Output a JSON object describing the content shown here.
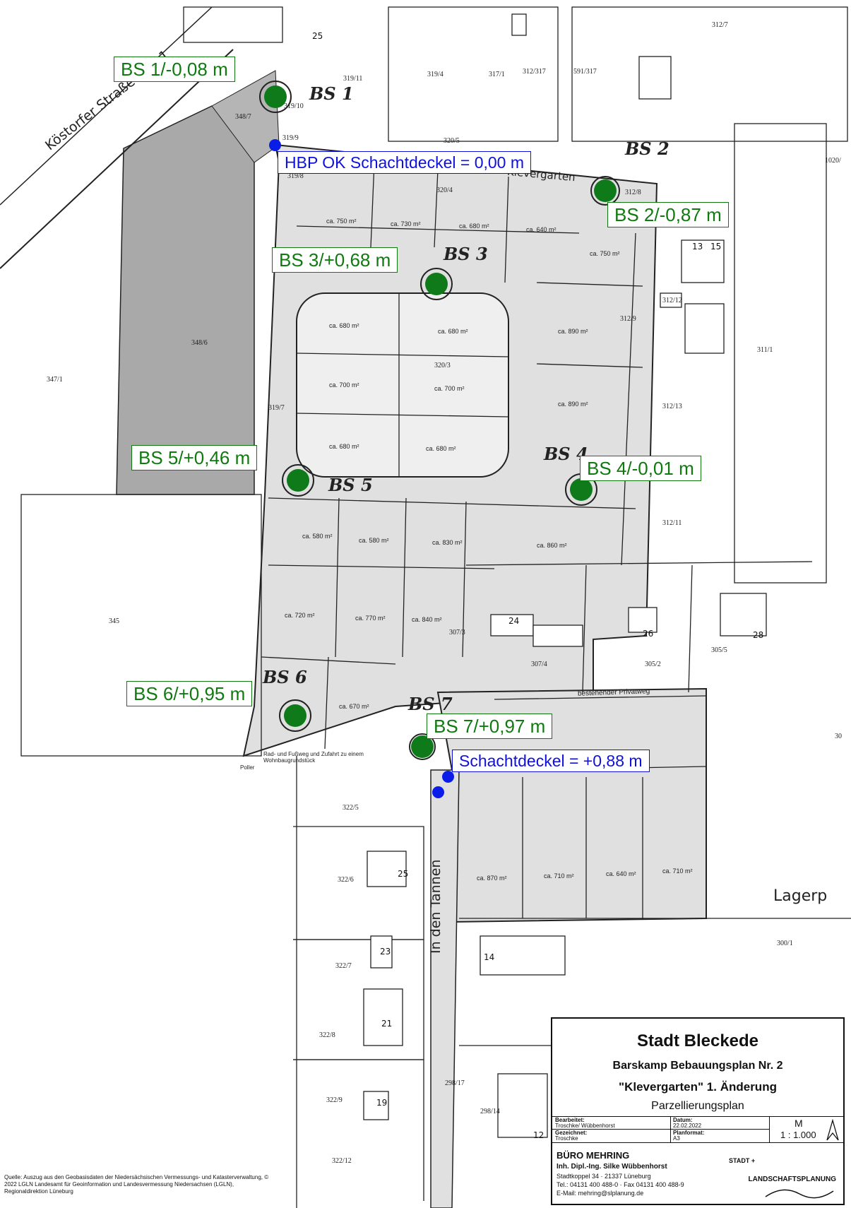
{
  "map": {
    "street_labels": [
      "Köstorfer Straße - K 11",
      "In den Tannen",
      "Klevergarten",
      "Lagerp"
    ],
    "parcels": [
      "312/7",
      "319/11",
      "319/4",
      "317/1",
      "312/317",
      "591/317",
      "319/10",
      "348/7",
      "319/9",
      "320/5",
      "319/8",
      "320/4",
      "312/8",
      "1020/",
      "312/9",
      "312/12",
      "348/6",
      "320/3",
      "311/1",
      "347/1",
      "319/7",
      "312/13",
      "312/11",
      "345",
      "307/3",
      "307/4",
      "305/2",
      "305/5",
      "322/5",
      "322/6",
      "322/7",
      "322/8",
      "322/9",
      "322/12",
      "298/17",
      "298/14",
      "300/1",
      "30"
    ],
    "areas": [
      "ca. 750 m²",
      "ca. 730 m²",
      "ca. 680 m²",
      "ca. 640 m²",
      "ca. 750 m²",
      "ca. 680 m²",
      "ca. 680 m²",
      "ca. 890 m²",
      "ca. 700 m²",
      "ca. 700 m²",
      "ca. 890 m²",
      "ca. 680 m²",
      "ca. 680 m²",
      "ca. 580 m²",
      "ca. 580 m²",
      "ca. 830 m²",
      "ca. 860 m²",
      "ca. 720 m²",
      "ca. 770 m²",
      "ca. 840 m²",
      "ca. 670 m²",
      "ca. 870 m²",
      "ca. 710 m²",
      "ca. 640 m²",
      "ca. 710 m²"
    ],
    "handwritten": [
      "BS 1",
      "BS 2",
      "BS 3",
      "BS 4",
      "BS 5",
      "BS 6",
      "BS 7"
    ],
    "house_numbers": [
      "25",
      "13",
      "15",
      "24",
      "26",
      "28",
      "25",
      "23",
      "14",
      "21",
      "19",
      "12"
    ],
    "notes": [
      "bestehender Privatweg",
      "Rad- und Fußweg und Zufahrt zu einem Wohnbaugrundstück",
      "Poller"
    ]
  },
  "annotations": {
    "bs1": "BS 1/-0,08 m",
    "bs2": "BS 2/-0,87 m",
    "bs3": "BS 3/+0,68 m",
    "bs4": "BS 4/-0,01 m",
    "bs5": "BS 5/+0,46 m",
    "bs6": "BS 6/+0,95 m",
    "bs7": "BS 7/+0,97 m",
    "hbp": "HBP OK Schachtdeckel = 0,00 m",
    "schacht": "Schachtdeckel = +0,88 m"
  },
  "colors": {
    "green": "#107a10",
    "blue": "#1010dd",
    "dark_shade": "#a9a9a9",
    "light_shade": "#e0e0e0"
  },
  "titleblock": {
    "city": "Stadt Bleckede",
    "plan": "Barskamp Bebauungsplan Nr. 2",
    "subtitle": "\"Klevergarten\" 1. Änderung",
    "type": "Parzellierungsplan",
    "bearbeitet_label": "Bearbeitet:",
    "bearbeitet": "Troschke/ Wübbenhorst",
    "datum_label": "Datum:",
    "datum": "22.02.2022",
    "gezeichnet_label": "Gezeichnet:",
    "gezeichnet": "Troschke",
    "planformat_label": "Planformat:",
    "planformat": "A3",
    "m_label": "M",
    "scale": "1 : 1.000",
    "office": "BÜRO MEHRING",
    "office_owner": "Inh. Dipl.-Ing. Silke Wübbenhorst",
    "address": "Stadtkoppel 34 · 21337 Lüneburg",
    "phone": "Tel.: 04131 400 488-0 · Fax 04131 400 488-9",
    "email": "E-Mail: mehring@slplanung.de",
    "stadt": "STADT +",
    "landschaft": "LANDSCHAFTSPLANUNG"
  },
  "source": "Quelle: Auszug aus den Geobasisdaten der Niedersächsischen Vermessungs- und Katasterverwaltung, © 2022 LGLN Landesamt für Geoinformation und Landesvermessung Niedersachsen (LGLN), Regionaldirektion Lüneburg"
}
